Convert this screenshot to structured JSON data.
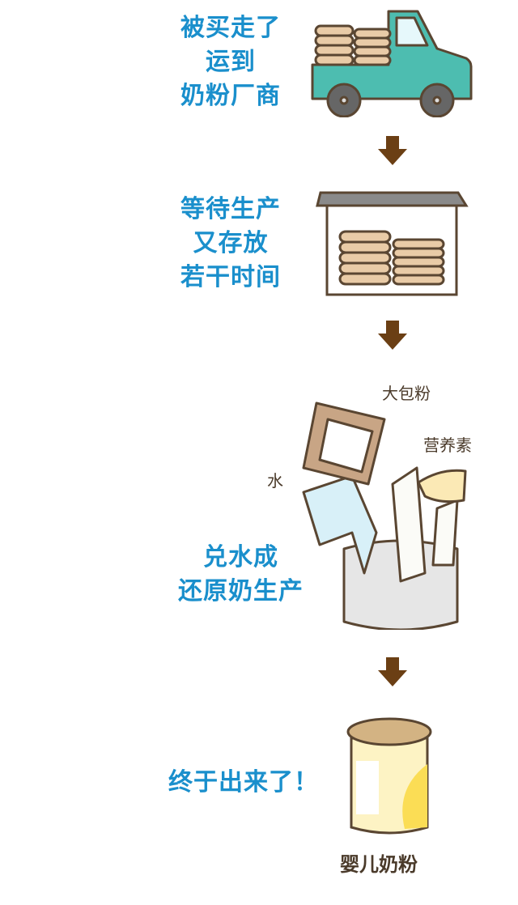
{
  "steps": [
    {
      "lines": [
        "被买走了",
        "运到",
        "奶粉厂商"
      ],
      "illustration": "truck-icon"
    },
    {
      "lines": [
        "等待生产",
        "又存放",
        "若干时间"
      ],
      "illustration": "warehouse-icon"
    },
    {
      "lines": [
        "兑水成",
        "还原奶生产"
      ],
      "illustration": "mixing-pot-icon",
      "labels": {
        "bulk_powder": "大包粉",
        "nutrients": "营养素",
        "water": "水"
      }
    },
    {
      "lines": [
        "终于出来了！"
      ],
      "illustration": "formula-can-icon",
      "caption": "婴儿奶粉"
    }
  ],
  "colors": {
    "text_blue": "#1a8fcc",
    "arrow_brown": "#6b3f14",
    "truck_teal": "#4dbdb0",
    "bag_tan": "#e9cba7",
    "outline": "#5a4632"
  }
}
